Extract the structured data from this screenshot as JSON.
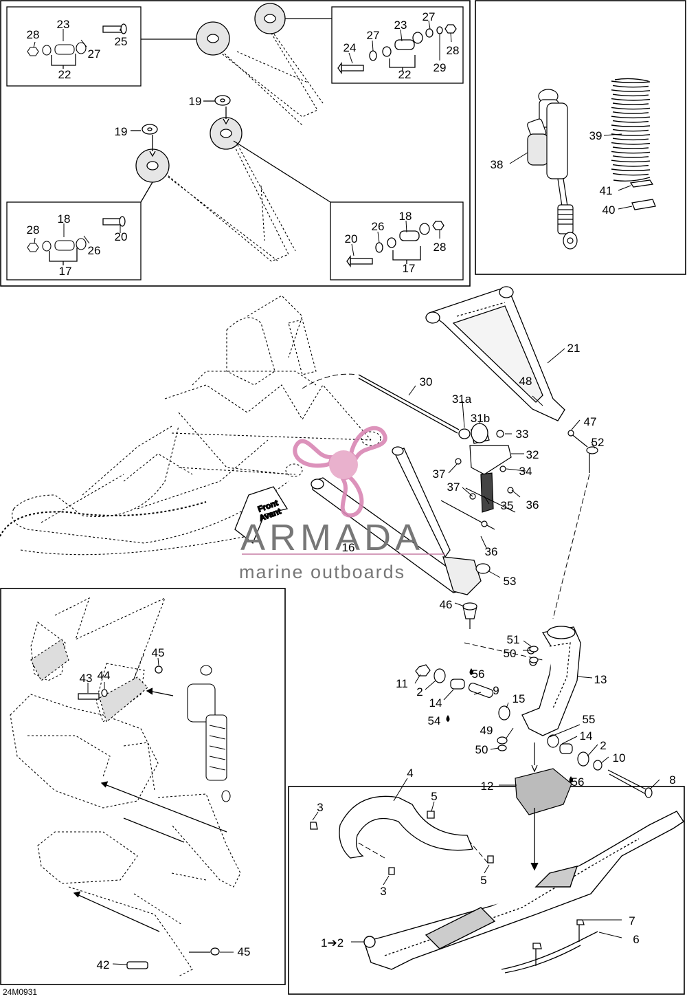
{
  "diagram": {
    "drawing_code": "24M0931",
    "callouts": [
      "1",
      "2",
      "3",
      "4",
      "5",
      "6",
      "7",
      "8",
      "9",
      "10",
      "11",
      "12",
      "13",
      "14",
      "15",
      "16",
      "17",
      "18",
      "19",
      "20",
      "21",
      "22",
      "23",
      "24",
      "25",
      "26",
      "27",
      "28",
      "29",
      "30",
      "31a",
      "31b",
      "32",
      "33",
      "34",
      "35",
      "36",
      "37",
      "38",
      "39",
      "40",
      "41",
      "42",
      "43",
      "44",
      "45",
      "46",
      "47",
      "48",
      "49",
      "50",
      "51",
      "52",
      "53",
      "54",
      "55",
      "56"
    ],
    "arrow_callout": "1➔2",
    "front_tag": {
      "line1": "Front",
      "line2": "Avant"
    },
    "lubricant_symbol": "drop-icon"
  },
  "watermark": {
    "brand": "ARMADA",
    "tagline": "marine outboards",
    "colors": {
      "propeller": "#d987b4",
      "hub": "#e7a9c8",
      "text": "#777777"
    }
  }
}
